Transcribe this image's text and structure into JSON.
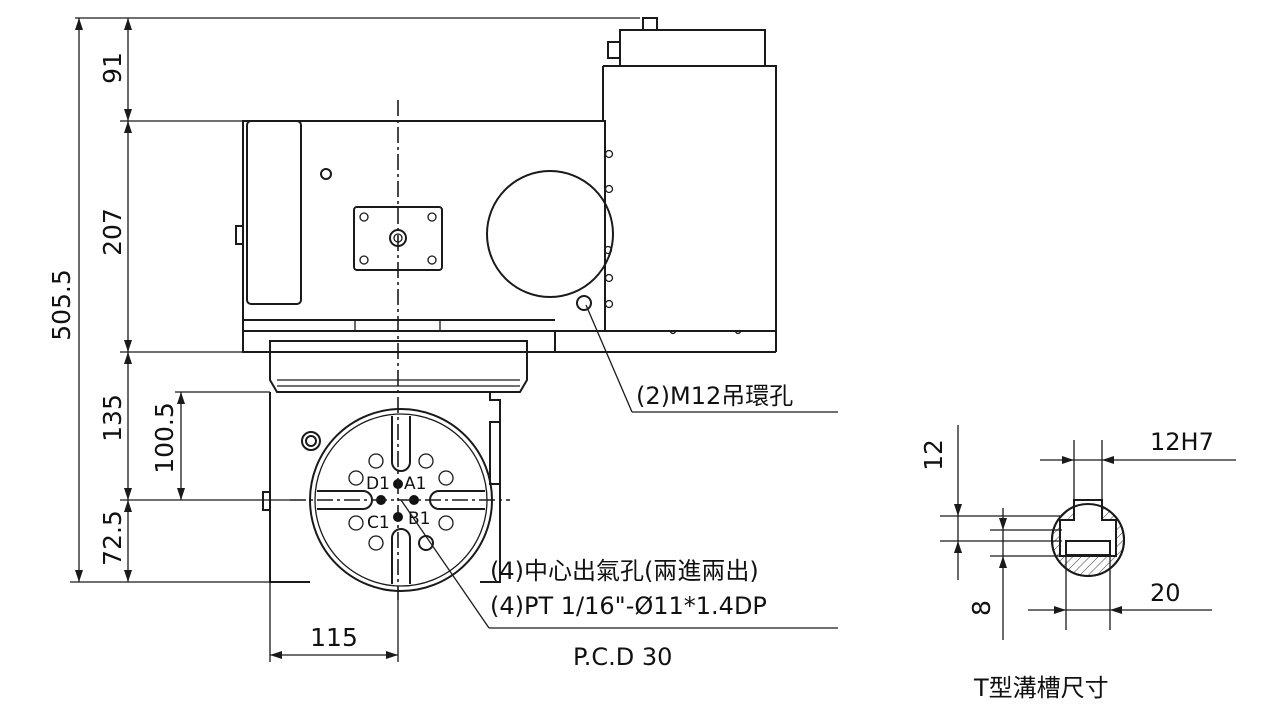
{
  "dimensions": {
    "top_offset": "91",
    "upper_body_height": "207",
    "total_height": "505.5",
    "lower_section_height": "135",
    "table_center_height": "100.5",
    "table_center_to_base": "72.5",
    "table_center_offset": "115"
  },
  "callouts": {
    "lifting_holes": "(2)M12吊環孔",
    "air_outlets_line1": "(4)中心出氣孔(兩進兩出)",
    "air_outlets_line2": "(4)PT 1/16\"-Ø11*1.4DP",
    "pcd": "P.C.D 30"
  },
  "port_labels": {
    "a1": "A1",
    "b1": "B1",
    "c1": "C1",
    "d1": "D1"
  },
  "tslot_detail": {
    "title": "T型溝槽尺寸",
    "depth": "12",
    "width": "12H7",
    "neck": "8",
    "bottom_width": "20"
  }
}
